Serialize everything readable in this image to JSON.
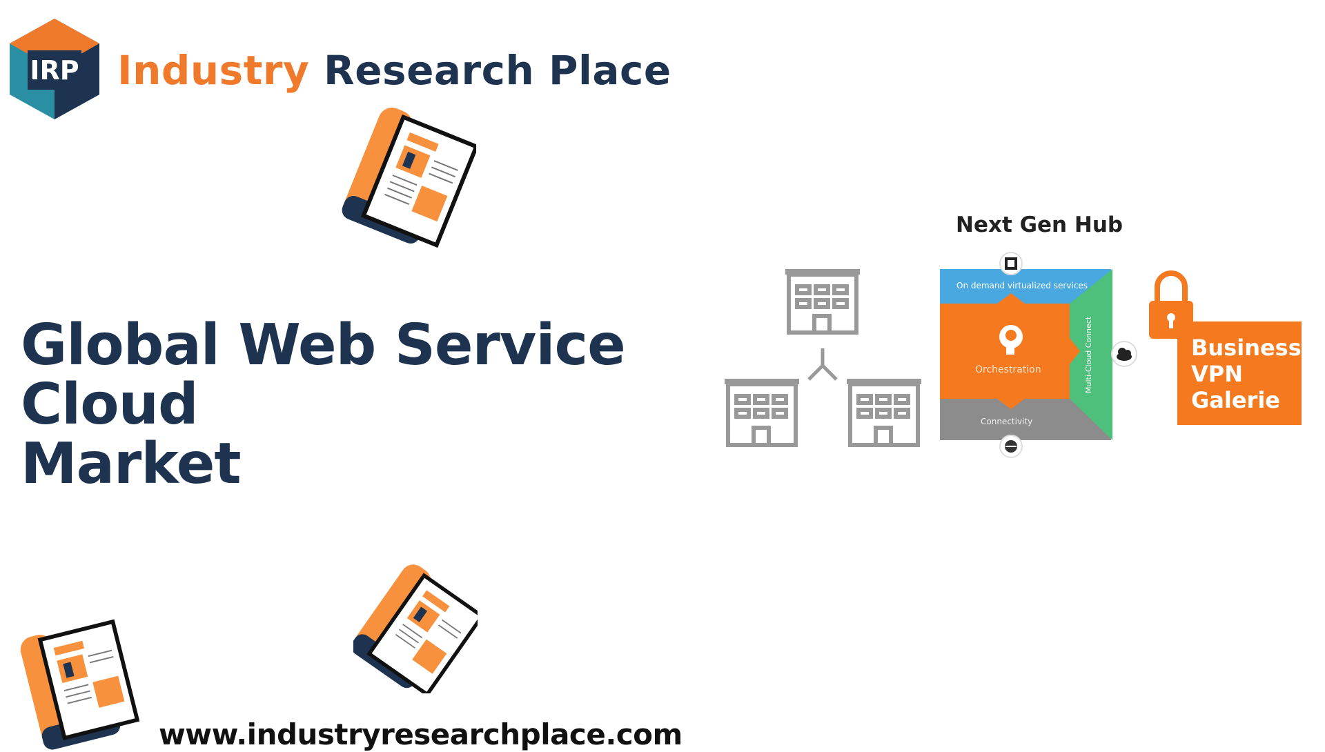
{
  "logo": {
    "initials": "IRP",
    "brand_word1": "Industry",
    "brand_word2": "Research Place"
  },
  "title": {
    "line1": "Global Web Service Cloud",
    "line2": "Market"
  },
  "website": "www.industryresearchplace.com",
  "diagram": {
    "hub_title": "Next Gen Hub",
    "top_band": "On demand virtualized services",
    "center": "Orchestration",
    "bottom_band": "Connectivity",
    "side_band": "Multi-Cloud Connect",
    "vpn_box": {
      "line1": "Business",
      "line2": "VPN",
      "line3": "Galerie"
    }
  },
  "icons": [
    "building-icon",
    "lock-icon",
    "cloud-icon",
    "brain-icon",
    "report-icon"
  ],
  "colors": {
    "orange": "#f57a1f",
    "navy": "#1d3350",
    "teal": "#2b8fa3",
    "blue_band": "#4aa8e0",
    "green_band": "#4fbf7c",
    "gray_band": "#8c8c8c"
  }
}
